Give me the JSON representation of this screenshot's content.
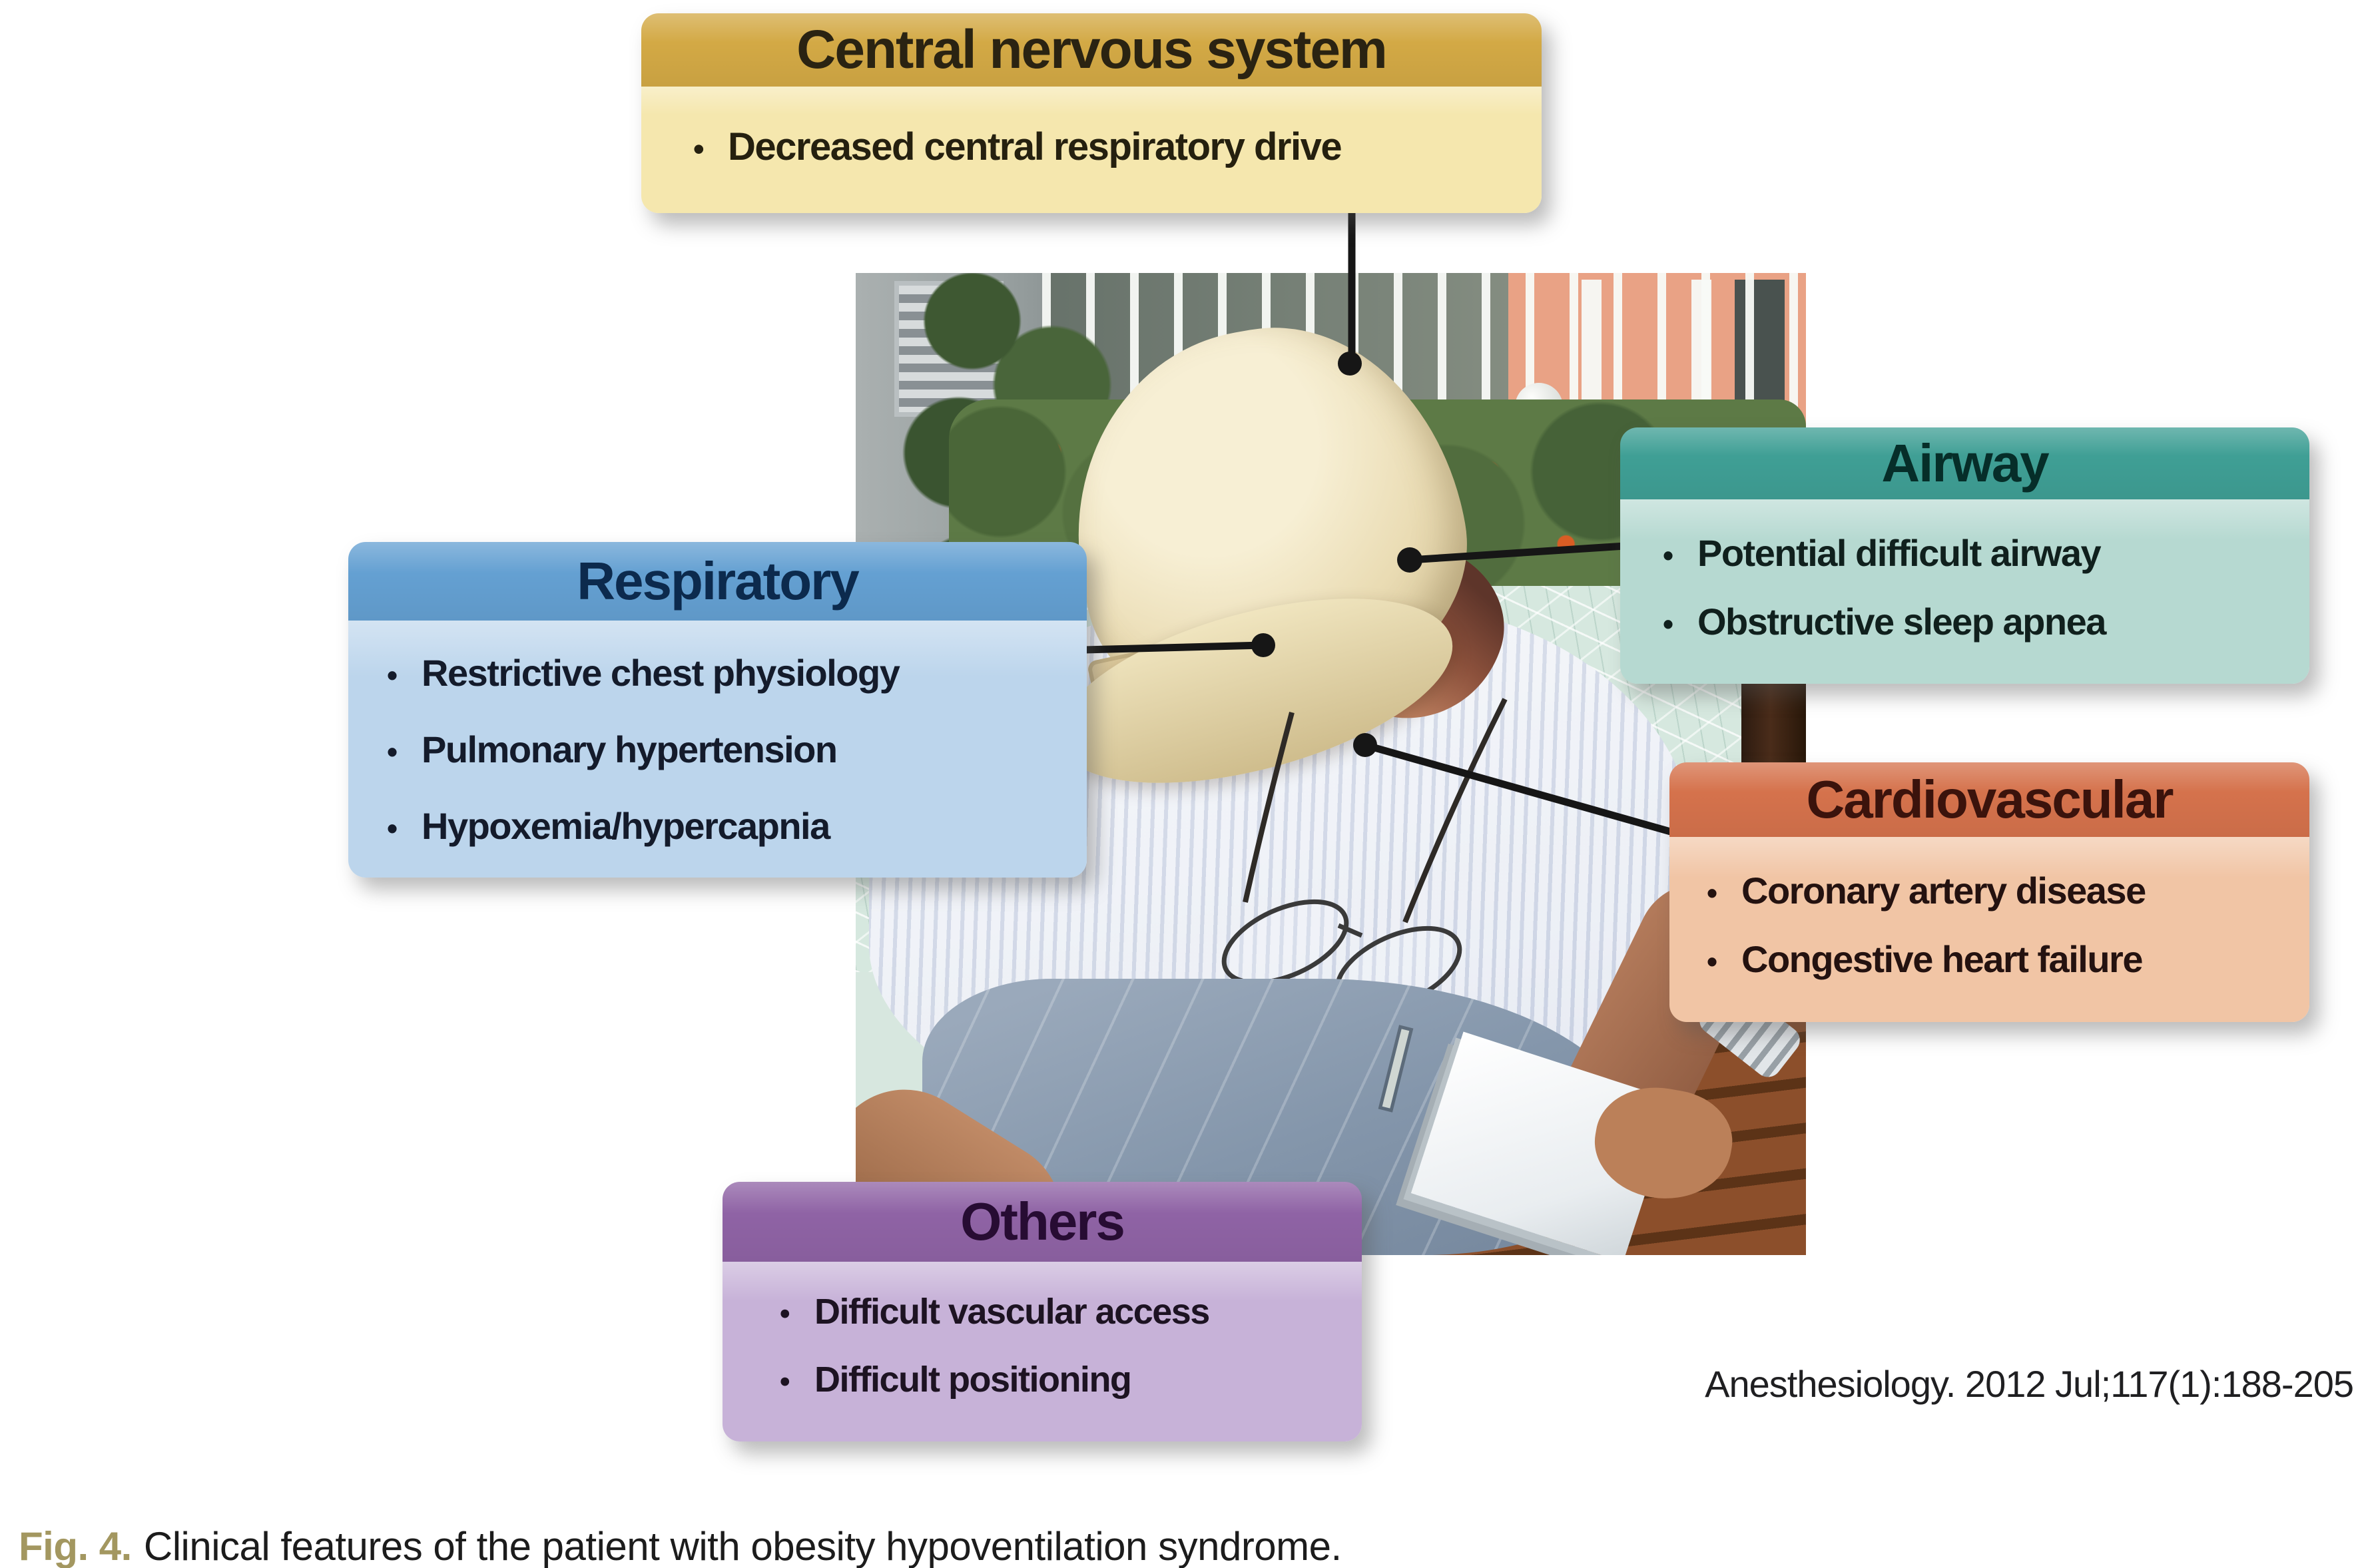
{
  "ui": {
    "bullet": "•"
  },
  "boxes": {
    "cns": {
      "title": "Central nervous system",
      "items": [
        "Decreased central respiratory drive"
      ],
      "colors": {
        "header": "#d3a945",
        "body": "#f5e7ae"
      }
    },
    "respiratory": {
      "title": "Respiratory",
      "items": [
        "Restrictive chest physiology",
        "Pulmonary hypertension",
        "Hypoxemia/hypercapnia"
      ],
      "colors": {
        "header": "#64a0d2",
        "body": "#bcd5ec"
      }
    },
    "airway": {
      "title": "Airway",
      "items": [
        "Potential difficult airway",
        "Obstructive sleep apnea"
      ],
      "colors": {
        "header": "#3f9f95",
        "body": "#b6d9d1"
      }
    },
    "cardiovascular": {
      "title": "Cardiovascular",
      "items": [
        "Coronary artery disease",
        "Congestive heart failure"
      ],
      "colors": {
        "header": "#d5724c",
        "body": "#f1c5a5"
      }
    },
    "others": {
      "title": "Others",
      "items": [
        "Difficult vascular access",
        "Difficult positioning"
      ],
      "colors": {
        "header": "#8f63a5",
        "body": "#c7b2d8"
      }
    }
  },
  "citation": "Anesthesiology. 2012 Jul;117(1):188-205",
  "caption": {
    "label": "Fig. 4.",
    "text": "Clinical features of the patient with obesity hypoventilation syndrome.",
    "label_color": "#a39760"
  }
}
